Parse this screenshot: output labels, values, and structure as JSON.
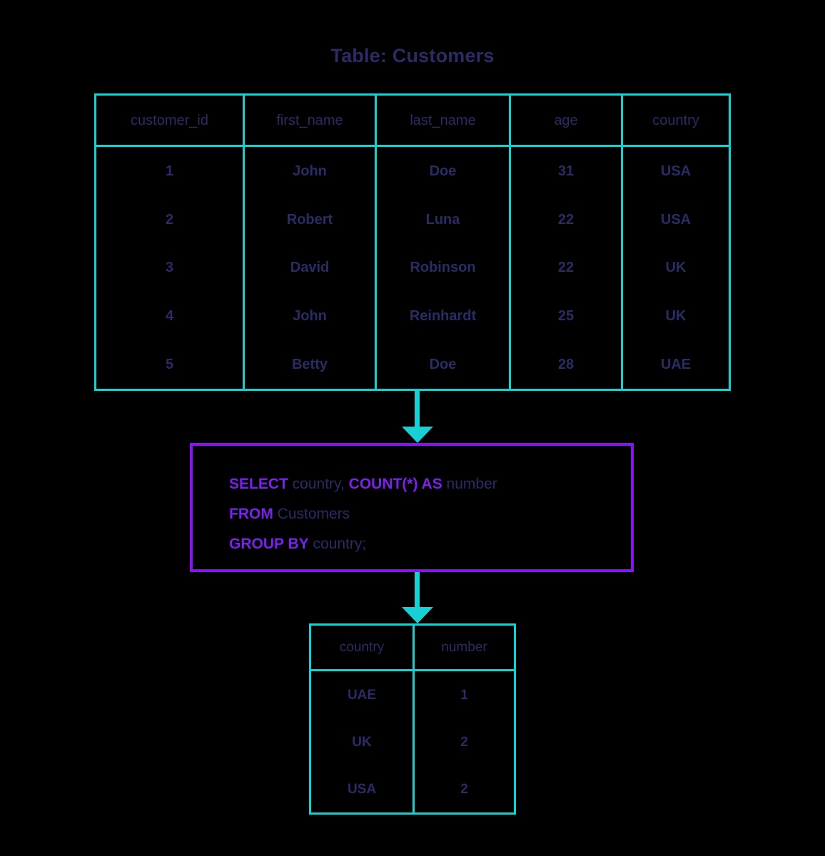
{
  "title": "Table: Customers",
  "colors": {
    "background": "#000000",
    "table_border": "#0fd4d4",
    "arrow": "#18cfd6",
    "query_box_border": "#8a13f0",
    "keyword": "#7b22e8",
    "text": "#2b2b66"
  },
  "source_table": {
    "name": "Customers",
    "columns": [
      "customer_id",
      "first_name",
      "last_name",
      "age",
      "country"
    ],
    "rows": [
      [
        "1",
        "John",
        "Doe",
        "31",
        "USA"
      ],
      [
        "2",
        "Robert",
        "Luna",
        "22",
        "USA"
      ],
      [
        "3",
        "David",
        "Robinson",
        "22",
        "UK"
      ],
      [
        "4",
        "John",
        "Reinhardt",
        "25",
        "UK"
      ],
      [
        "5",
        "Betty",
        "Doe",
        "28",
        "UAE"
      ]
    ]
  },
  "query": {
    "line1": {
      "kw1": "SELECT",
      "id1": " country, ",
      "kw2": "COUNT(*) AS",
      "id2": " number"
    },
    "line2": {
      "kw1": "FROM",
      "id1": " Customers"
    },
    "line3": {
      "kw1": "GROUP BY",
      "id1": " country;"
    }
  },
  "result_table": {
    "columns": [
      "country",
      "number"
    ],
    "rows": [
      [
        "UAE",
        "1"
      ],
      [
        "UK",
        "2"
      ],
      [
        "USA",
        "2"
      ]
    ]
  },
  "arrows": [
    {
      "name": "table-to-query",
      "direction": "down"
    },
    {
      "name": "query-to-result",
      "direction": "down"
    }
  ]
}
